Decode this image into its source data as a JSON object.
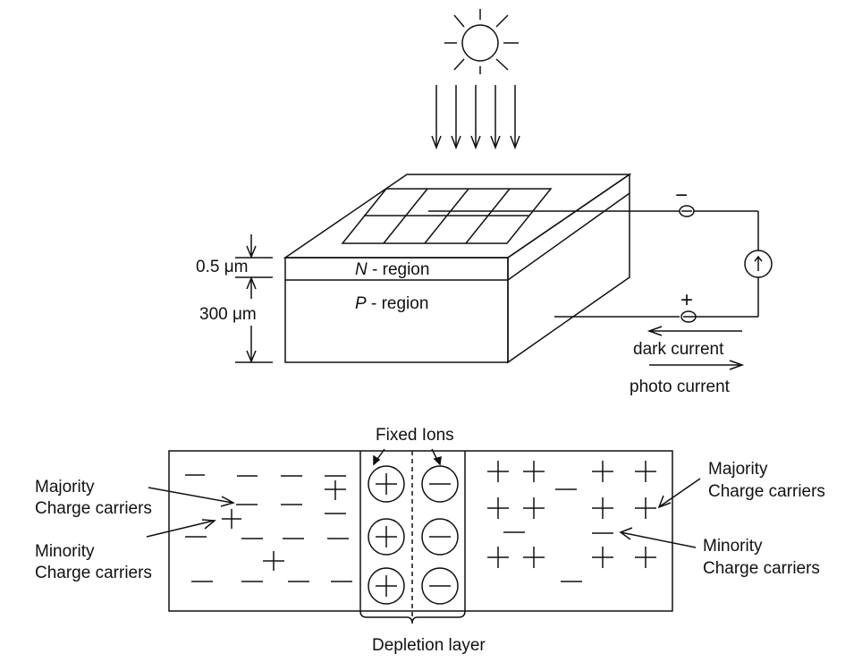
{
  "top_diagram": {
    "n_thickness_label": "0.5 μm",
    "p_thickness_label": "300 μm",
    "n_region_italic": "N",
    "n_region_rest": " - region",
    "p_region_italic": "P",
    "p_region_rest": " - region",
    "terminal_minus": "−",
    "terminal_plus": "+",
    "dark_current_label": "dark current",
    "photo_current_label": "photo current"
  },
  "bottom_diagram": {
    "fixed_ions_label": "Fixed Ions",
    "depletion_layer_label": "Depletion layer",
    "left_majority_label_line1": "Majority",
    "left_majority_label_line2": "Charge carriers",
    "left_minority_label_line1": "Minority",
    "left_minority_label_line2": "Charge carriers",
    "right_majority_label_line1": "Majority",
    "right_majority_label_line2": "Charge carriers",
    "right_minority_label_line1": "Minority",
    "right_minority_label_line2": "Charge carriers"
  }
}
